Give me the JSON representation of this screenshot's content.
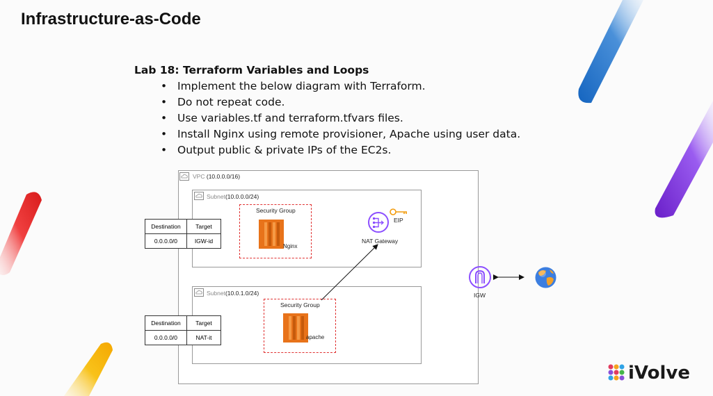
{
  "slide": {
    "title": "Infrastructure-as-Code"
  },
  "lab": {
    "title": "Lab 18: Terraform Variables and Loops",
    "bullets": [
      "Implement the below diagram with Terraform.",
      "Do not repeat code.",
      "Use variables.tf and terraform.tfvars files.",
      "Install Nginx using remote provisioner, Apache using user data.",
      "Output public & private IPs of the EC2s."
    ]
  },
  "diagram": {
    "vpc": {
      "label": "VPC",
      "cidr": "(10.0.0.0/16)"
    },
    "public_subnet": {
      "label": "Subnet",
      "cidr": "(10.0.0.0/24)"
    },
    "private_subnet": {
      "label": "Subnet",
      "cidr": "(10.0.1.0/24)"
    },
    "sg_public": {
      "label": "Security Group",
      "instance": "Nginx"
    },
    "sg_private": {
      "label": "Security Group",
      "instance": "apache"
    },
    "nat": {
      "label": "NAT Gateway",
      "eip": "EIP"
    },
    "igw": {
      "label": "IGW"
    },
    "route_table_public": {
      "headers": [
        "Destination",
        "Target"
      ],
      "row": [
        "0.0.0.0/0",
        "IGW-id"
      ]
    },
    "route_table_private": {
      "headers": [
        "Destination",
        "Target"
      ],
      "row": [
        "0.0.0.0/0",
        "NAT-it"
      ]
    }
  },
  "brand": {
    "logo_text": "iVolve"
  },
  "colors": {
    "ec2_orange": "#e8731a",
    "nat_purple": "#8c4fff",
    "sg_red": "#e03131",
    "eip_orange": "#f29b0c"
  }
}
